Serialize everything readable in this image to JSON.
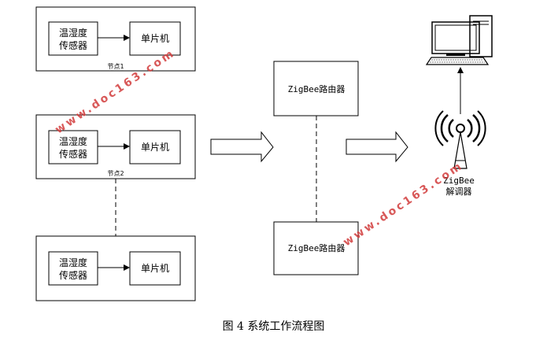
{
  "nodes": [
    {
      "sensor_line1": "温湿度",
      "sensor_line2": "传感器",
      "mcu_label": "单片机",
      "node_label": "节点1"
    },
    {
      "sensor_line1": "温湿度",
      "sensor_line2": "传感器",
      "mcu_label": "单片机",
      "node_label": "节点2"
    },
    {
      "sensor_line1": "温湿度",
      "sensor_line2": "传感器",
      "mcu_label": "单片机",
      "node_label": ""
    }
  ],
  "routers": [
    {
      "label": "ZigBee路由器"
    },
    {
      "label": "ZigBee路由器"
    }
  ],
  "demodulator": {
    "line1": "ZigBee",
    "line2": "解调器",
    "icons": [
      "antenna-tower-icon",
      "computer-icon"
    ]
  },
  "caption": "图 4  系统工作流程图",
  "watermarks": [
    {
      "text": "www.doc163.com"
    },
    {
      "text": "www.doc163.com"
    }
  ],
  "colors": {
    "line": "#000000",
    "watermark": "#d23b3b",
    "background": "#ffffff"
  }
}
